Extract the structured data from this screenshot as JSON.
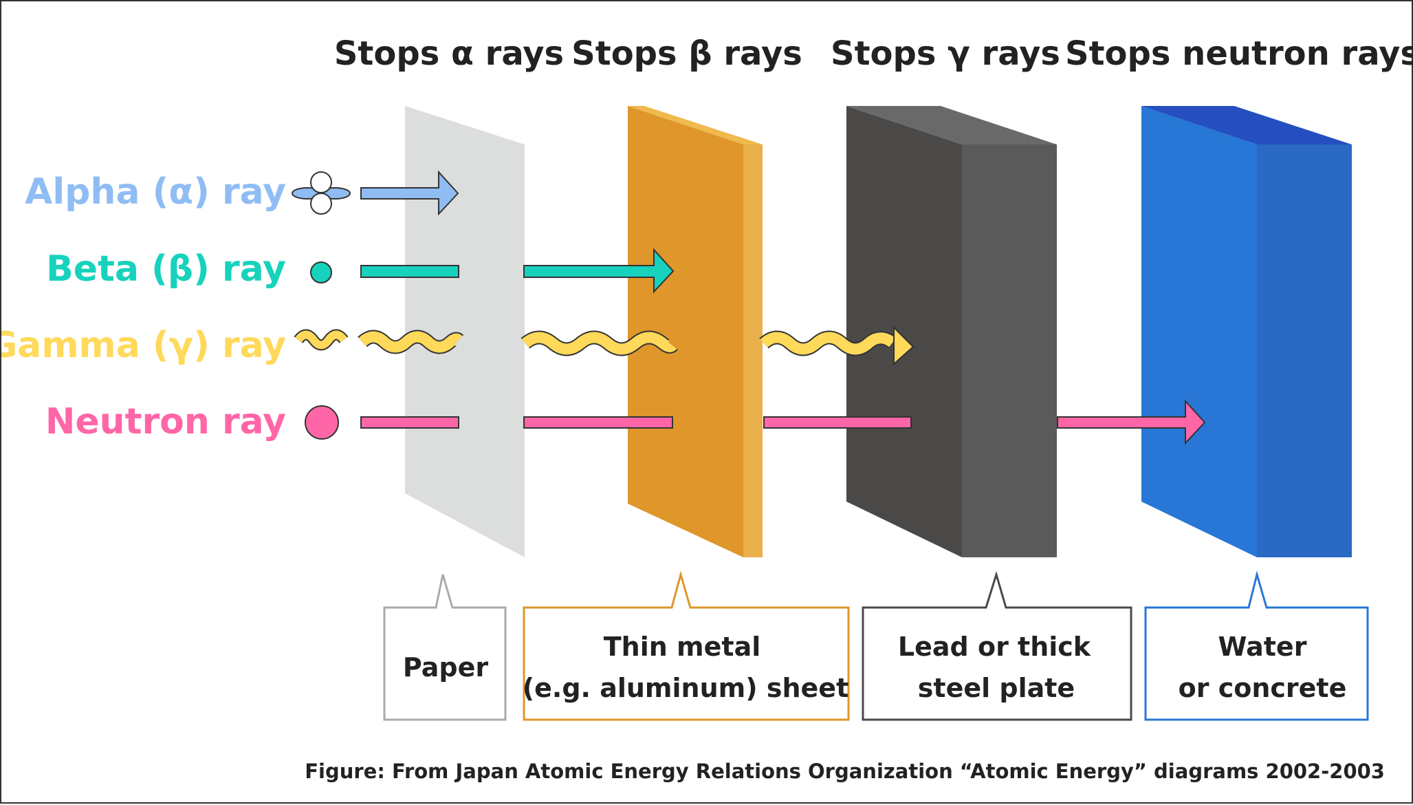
{
  "headers": {
    "alpha": "Stops α rays",
    "beta": "Stops β rays",
    "gamma": "Stops γ rays",
    "neutron": "Stops neutron rays"
  },
  "rays": {
    "alpha": "Alpha (α) ray",
    "beta": "Beta (β) ray",
    "gamma": "Gamma (γ) ray",
    "neutron": "Neutron ray"
  },
  "materials": {
    "paper": "Paper",
    "metal_line1": "Thin metal",
    "metal_line2": "(e.g. aluminum) sheet",
    "lead_line1": "Lead or thick",
    "lead_line2": "steel plate",
    "water_line1": "Water",
    "water_line2": "or concrete"
  },
  "caption": "Figure: From Japan Atomic Energy Relations Organization “Atomic Energy” diagrams 2002-2003",
  "colors": {
    "alpha": "#8fbdf3",
    "beta": "#17d2bd",
    "gamma": "#ffd95a",
    "neutron": "#ff66a7",
    "paper": "#dcdddd",
    "metal": "#df962a",
    "lead": "#4b4848",
    "water": "#2877d6"
  }
}
